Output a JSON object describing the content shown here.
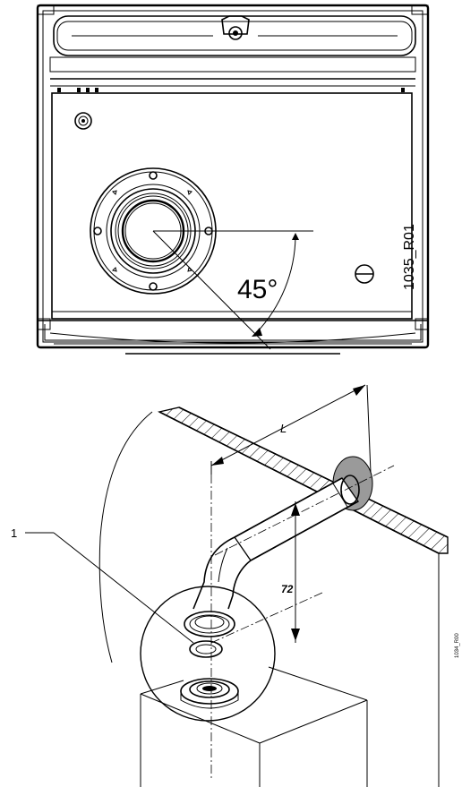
{
  "top_view": {
    "angle_label": "45°",
    "drawing_code": "1035_R01"
  },
  "iso_view": {
    "length_label": "L",
    "height_label": "72",
    "callout_label": "1",
    "drawing_code": "1034_R00"
  },
  "colors": {
    "line": "#000000",
    "washer_fill": "#9a9a9a",
    "background": "#ffffff"
  }
}
